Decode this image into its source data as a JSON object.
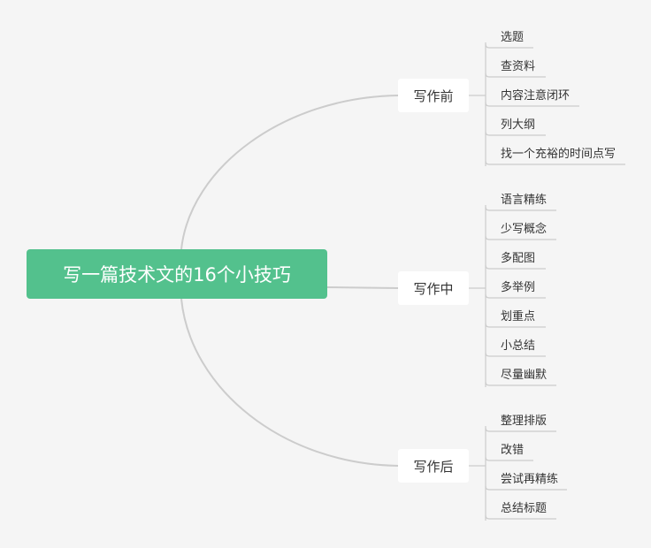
{
  "root": {
    "label": "写一篇技术文的16个小技巧"
  },
  "branches": [
    {
      "label": "写作前",
      "children": [
        "选题",
        "查资料",
        "内容注意闭环",
        "列大纲",
        "找一个充裕的时间点写"
      ]
    },
    {
      "label": "写作中",
      "children": [
        "语言精练",
        "少写概念",
        "多配图",
        "多举例",
        "划重点",
        "小总结",
        "尽量幽默"
      ]
    },
    {
      "label": "写作后",
      "children": [
        "整理排版",
        "改错",
        "尝试再精练",
        "总结标题"
      ]
    }
  ],
  "colors": {
    "root_fill": "#53c18d",
    "link": "#cccccc",
    "background": "#f5f5f5",
    "branch_fill": "#ffffff"
  }
}
